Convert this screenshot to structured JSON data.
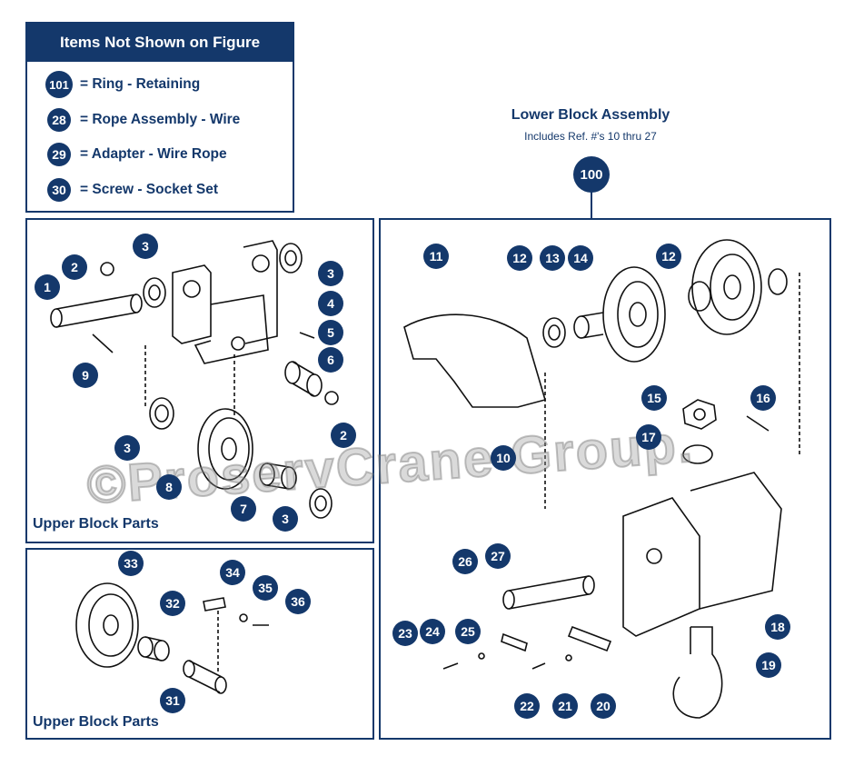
{
  "legend": {
    "title": "Items Not Shown on Figure",
    "items": [
      {
        "ref": "101",
        "label": "= Ring - Retaining"
      },
      {
        "ref": "28",
        "label": "= Rope Assembly - Wire"
      },
      {
        "ref": "29",
        "label": "= Adapter - Wire Rope"
      },
      {
        "ref": "30",
        "label": "= Screw - Socket Set"
      }
    ]
  },
  "lower_block": {
    "title": "Lower Block Assembly",
    "subtitle": "Includes Ref. #'s 10 thru 27",
    "ref": "100"
  },
  "upper_panel_1": {
    "label": "Upper Block Parts"
  },
  "upper_panel_2": {
    "label": "Upper Block Parts"
  },
  "watermark": "©ProservCrane Group.",
  "callouts": {
    "c1": "1",
    "c2a": "2",
    "c2b": "2",
    "c3a": "3",
    "c3b": "3",
    "c3c": "3",
    "c3d": "3",
    "c4": "4",
    "c5": "5",
    "c6": "6",
    "c7": "7",
    "c8": "8",
    "c9": "9",
    "c10": "10",
    "c11": "11",
    "c12a": "12",
    "c12b": "12",
    "c13": "13",
    "c14": "14",
    "c15": "15",
    "c16": "16",
    "c17": "17",
    "c18": "18",
    "c19": "19",
    "c20": "20",
    "c21": "21",
    "c22": "22",
    "c23": "23",
    "c24": "24",
    "c25": "25",
    "c26": "26",
    "c27": "27",
    "c31": "31",
    "c32": "32",
    "c33": "33",
    "c34": "34",
    "c35": "35",
    "c36": "36"
  },
  "colors": {
    "brand": "#14386b"
  }
}
